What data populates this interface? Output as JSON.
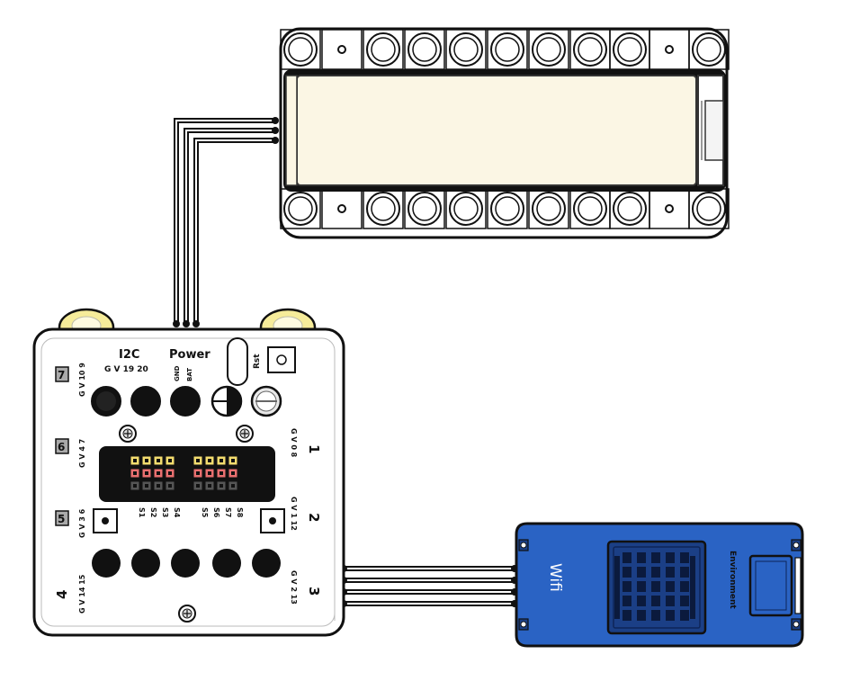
{
  "hub": {
    "i2c_label": "I2C",
    "i2c_pins": "G V 19 20",
    "power_label": "Power",
    "power_pins_gnd": "GND",
    "power_pins_bat": "BAT",
    "rst_label": "Rst",
    "port_numbers": [
      "1",
      "2",
      "3",
      "4",
      "5",
      "6",
      "7"
    ],
    "port_pins": {
      "p1": "G V 0 8",
      "p2": "G V 1 12",
      "p3": "G V 2 13",
      "p4": "G V 14 15",
      "p5": "G V 3 6",
      "p6": "G V 4 7",
      "p7": "G V 10 9"
    },
    "servo_labels": [
      "S1",
      "S2",
      "S3",
      "S4",
      "S5",
      "S6",
      "S7",
      "S8"
    ]
  },
  "wifi_module": {
    "label": "Wifi",
    "sensor_label": "Environment"
  },
  "colors": {
    "outline": "#111111",
    "board_fill": "#ffffff",
    "screen_fill": "#fbf6e4",
    "wifi_blue": "#2a63c4",
    "wifi_dark": "#1b3f86",
    "header_yellow": "#f3dc6e",
    "header_red": "#e97070",
    "wheel_yellow": "#f6ec9a"
  }
}
